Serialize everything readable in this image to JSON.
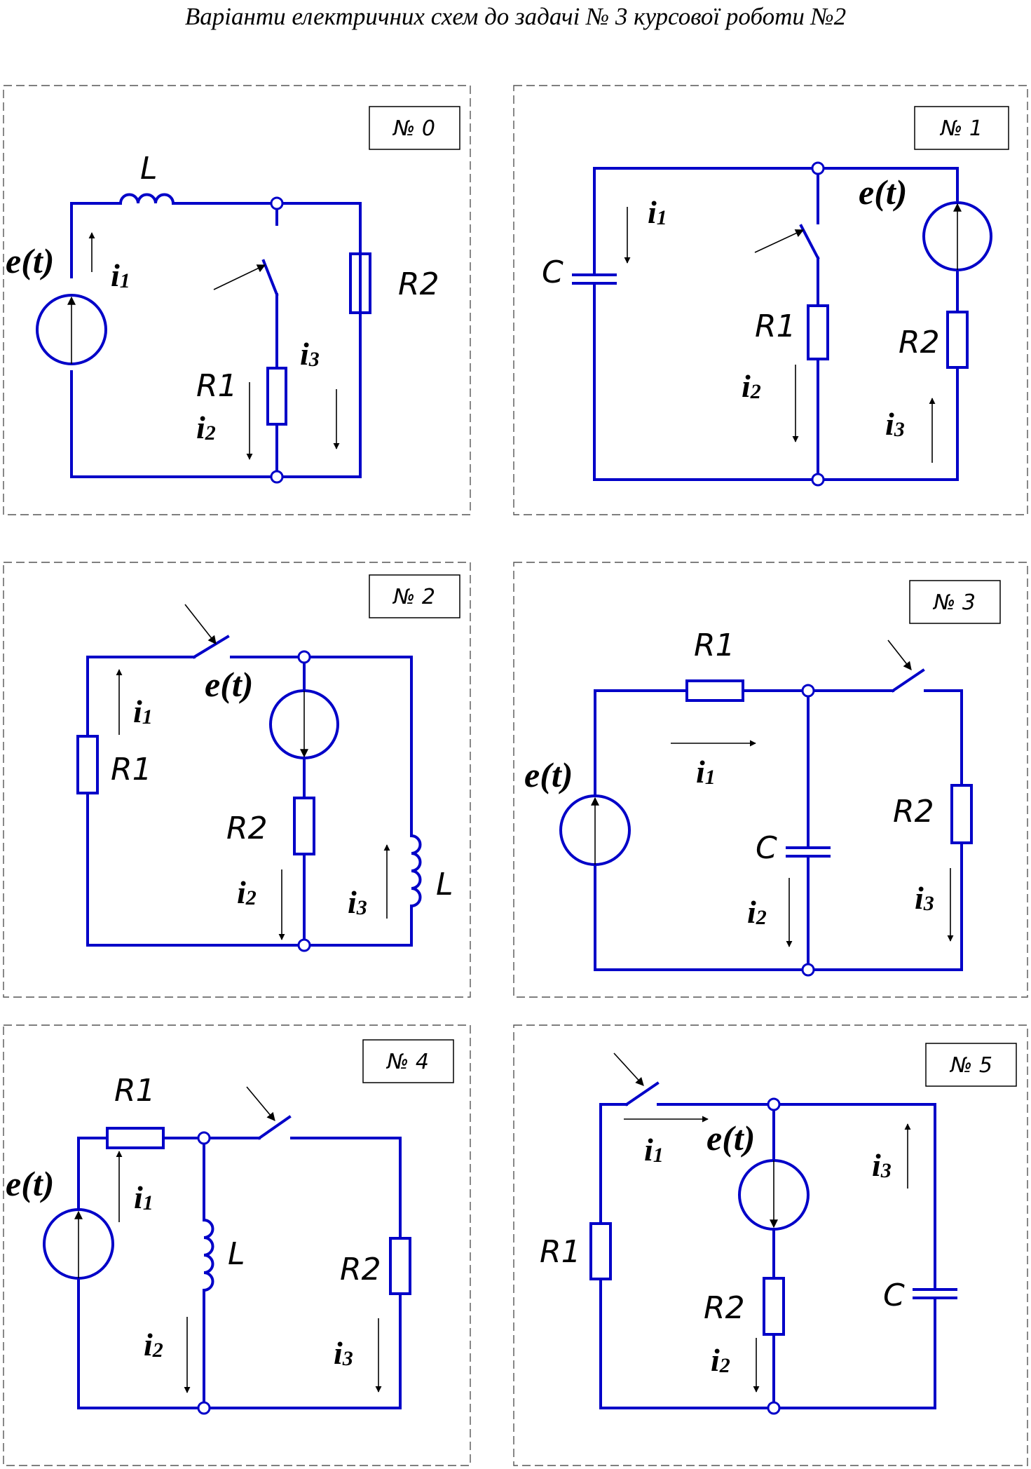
{
  "title": "Варіанти електричних схем до задачі № 3 курсової роботи №2",
  "variants": [
    {
      "tag": "№ 0",
      "emf": "e(t)",
      "l": "L",
      "r1": "R1",
      "r2": "R2",
      "i1": "i",
      "i2": "i",
      "i3": "i"
    },
    {
      "tag": "№ 1",
      "emf": "e(t)",
      "c": "C",
      "r1": "R1",
      "r2": "R2",
      "i1": "i",
      "i2": "i",
      "i3": "i"
    },
    {
      "tag": "№ 2",
      "emf": "e(t)",
      "l": "L",
      "r1": "R1",
      "r2": "R2",
      "i1": "i",
      "i2": "i",
      "i3": "i"
    },
    {
      "tag": "№ 3",
      "emf": "e(t)",
      "c": "C",
      "r1": "R1",
      "r2": "R2",
      "i1": "i",
      "i2": "i",
      "i3": "i"
    },
    {
      "tag": "№ 4",
      "emf": "e(t)",
      "l": "L",
      "r1": "R1",
      "r2": "R2",
      "i1": "i",
      "i2": "i",
      "i3": "i"
    },
    {
      "tag": "№ 5",
      "emf": "e(t)",
      "c": "C",
      "r1": "R1",
      "r2": "R2",
      "i1": "i",
      "i2": "i",
      "i3": "i"
    }
  ],
  "subscripts": {
    "one": "1",
    "two": "2",
    "three": "3"
  }
}
